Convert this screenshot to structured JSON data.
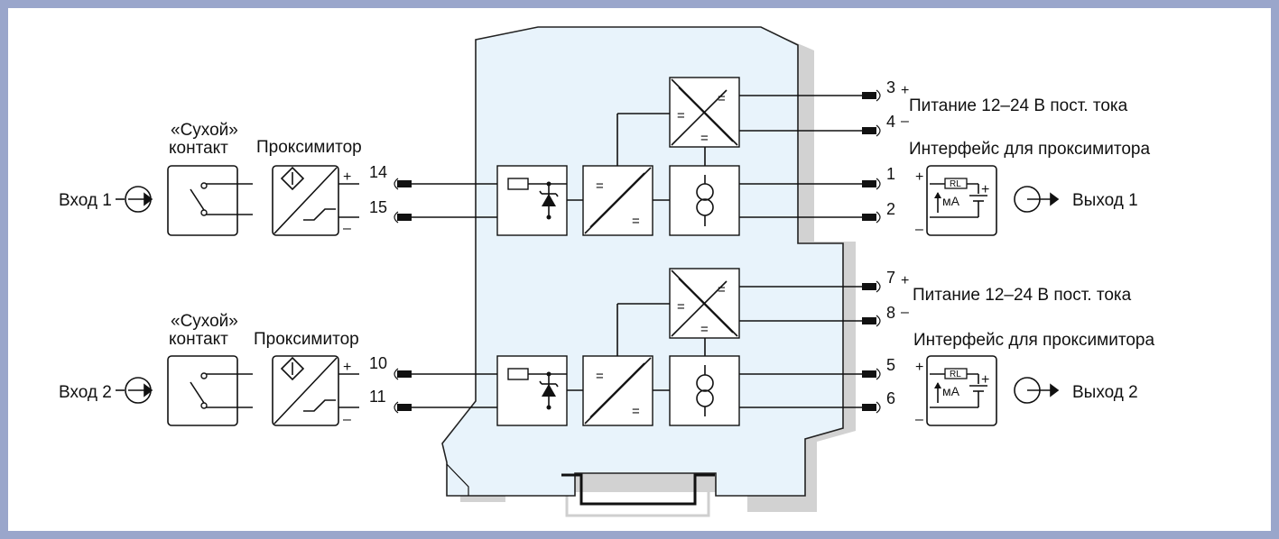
{
  "colors": {
    "frame": "#9aa6cb",
    "housing": "#e8f3fb",
    "housing_shadow": "#d2d2d2"
  },
  "channels": [
    {
      "input_label": "Вход 1",
      "dry_contact": "«Сухой»",
      "dry_contact_2": "контакт",
      "proximitor": "Проксимитор",
      "term_in_a": "14",
      "term_in_b": "15",
      "term_pwr_a": "3",
      "term_pwr_b": "4",
      "term_out_a": "1",
      "term_out_b": "2",
      "power_label": "Питание 12–24 В пост. тока",
      "interface_label": "Интерфейс для проксимитора",
      "output_label": "Выход 1"
    },
    {
      "input_label": "Вход 2",
      "dry_contact": "«Сухой»",
      "dry_contact_2": "контакт",
      "proximitor": "Проксимитор",
      "term_in_a": "10",
      "term_in_b": "11",
      "term_pwr_a": "7",
      "term_pwr_b": "8",
      "term_out_a": "5",
      "term_out_b": "6",
      "power_label": "Питание 12–24 В пост. тока",
      "interface_label": "Интерфейс для проксимитора",
      "output_label": "Выход 2"
    }
  ],
  "symbols": {
    "plus": "+",
    "minus": "–",
    "eq": "=",
    "rl": "RL",
    "ma": "мА"
  }
}
